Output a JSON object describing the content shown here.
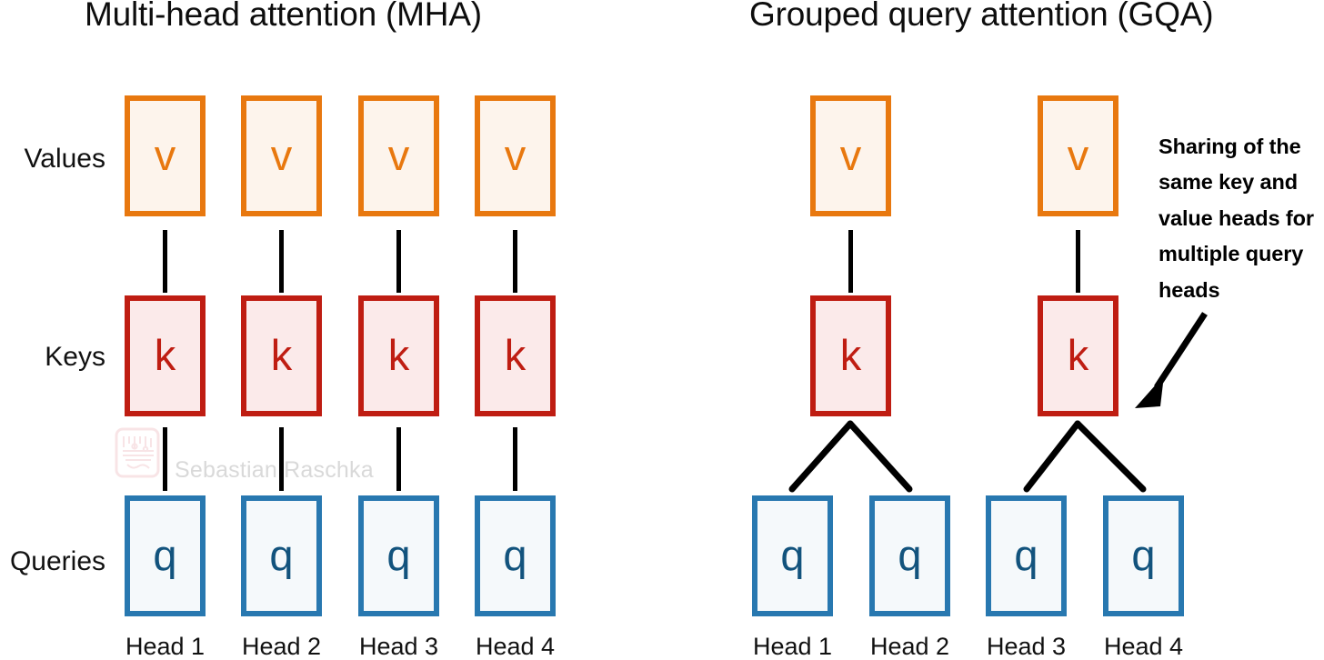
{
  "panels": [
    {
      "id": "mha",
      "title": "Multi-head attention (MHA)",
      "heads": [
        "Head 1",
        "Head 2",
        "Head 3",
        "Head 4"
      ],
      "value_tokens": [
        "v",
        "v",
        "v",
        "v"
      ],
      "key_tokens": [
        "k",
        "k",
        "k",
        "k"
      ],
      "query_tokens": [
        "q",
        "q",
        "q",
        "q"
      ]
    },
    {
      "id": "gqa",
      "title": "Grouped query attention (GQA)",
      "heads": [
        "Head 1",
        "Head 2",
        "Head 3",
        "Head 4"
      ],
      "value_tokens": [
        "v",
        "v"
      ],
      "key_tokens": [
        "k",
        "k"
      ],
      "query_tokens": [
        "q",
        "q",
        "q",
        "q"
      ]
    }
  ],
  "row_labels": {
    "values": "Values",
    "keys": "Keys",
    "queries": "Queries"
  },
  "annotation": {
    "text": "Sharing of the same key and value heads for multiple query heads"
  },
  "watermark": {
    "text": "Sebastian Raschka"
  },
  "colors": {
    "value_border": "#e8780f",
    "value_fill": "#fdf4ec",
    "key_border": "#bf1d12",
    "key_fill": "#fbeaea",
    "query_border": "#2878b0",
    "query_fill": "#f5f9fb",
    "query_text": "#12537d",
    "connector": "#000000",
    "background": "#ffffff",
    "watermark": "#d9d9d9"
  },
  "diagram_data": {
    "type": "diagram",
    "description": "Comparison of Multi-head attention and Grouped query attention head layouts",
    "mha": {
      "n_query_heads": 4,
      "n_key_heads": 4,
      "n_value_heads": 4,
      "group_size": 1
    },
    "gqa": {
      "n_query_heads": 4,
      "n_key_heads": 2,
      "n_value_heads": 2,
      "group_size": 2
    }
  }
}
